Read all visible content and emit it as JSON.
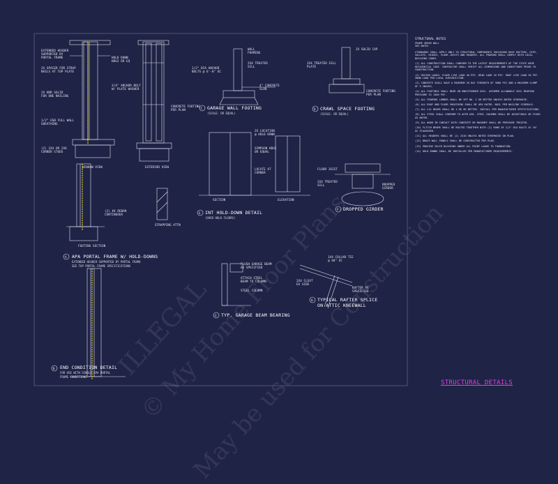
{
  "sheet": {
    "title": "STRUCTURAL DETAILS",
    "watermark_lines": [
      "© My Home Floor Plans",
      "ILLEGAL",
      "May be used for Construction"
    ]
  },
  "details": {
    "apa_portal": {
      "number": "A",
      "title": "APA PORTAL FRAME W/ HOLD-DOWNS",
      "note1": "EXTENDED HEADER SUPPORTED BY PORTAL FRAME",
      "note2": "SEE TOP PORTAL FRAME SPECIFICATIONS"
    },
    "end_condition": {
      "number": "B",
      "title": "END CONDITION DETAIL",
      "note1": "FOR USE WITH SINGLE APA PORTAL",
      "note2": "FRAME CONDITIONS"
    },
    "garage_wall_footing": {
      "number": "C",
      "title": "GARAGE WALL FOOTING",
      "sub": "(SCALE: OR EQUAL)"
    },
    "crawl_space_footing": {
      "number": "D",
      "title": "CRAWL SPACE FOOTING",
      "sub": "(SCALE: OR EQUAL)"
    },
    "hold_down": {
      "number": "E",
      "title": "INT HOLD-DOWN DETAIL",
      "sub": "(OVER HOLD FLOORS)"
    },
    "dropped_girder": {
      "number": "F",
      "title": "DROPPED GIRDER"
    },
    "garage_beam_bearing": {
      "number": "G",
      "title": "TYP. GARAGE BEAM BEARING"
    },
    "rafter_splice": {
      "number": "H",
      "title": "TYPICAL RAFTER SPLICE",
      "title2": "ON ATTIC KNEEWALL"
    }
  },
  "view_labels": {
    "window_view": "WINDOW VIEW",
    "exterior_view": "EXTERIOR VIEW",
    "footing_section": "FOOTING SECTION",
    "strap_label": "STRAPPING ATTN",
    "elevation": "ELEVATION",
    "section": "SECTION"
  },
  "labels": {
    "a1": "EXTENDED HEADER\nSUPPORTED BY\nPORTAL FRAME",
    "a2": "2X SPACER FOR STRAP\nNAILS AT TOP PLATE",
    "a3": "2X HDR SOLID\nFOR ONE NAILING",
    "a4": "1/2\" OSB FULL WALL\nSHEATHING",
    "a5": "(2) 2X4 OR 2X6\nCORNER STUDS",
    "a6": "HOLD DOWN\nHDU2 OR EQ",
    "a7": "3/4\" ANCHOR BOLT\nW/ PLATE WASHER",
    "a8": "CONCRETE FOOTING\nPER PLAN",
    "a9": "(2) #4 REBAR\nCONTINUOUS",
    "c1": "WALL\nFRAMING",
    "c2": "2X4 TREATED\nSILL",
    "c3": "1/2\" DIA ANCHOR\nBOLTS @ 6'-0\" OC",
    "c4": "4\" CONCRETE\nSLAB",
    "d1": "2X SOLID CAP",
    "d2": "2X4 TREATED SILL\nPLATE",
    "d3": "CONCRETE FOOTING\nPER PLAN",
    "e1": "2X LOCATION\n@ HOLD DOWN",
    "e2": "SIMPSON HDU2\nOR EQUAL",
    "e3": "LOCATE AT\nCORNER",
    "f1": "FLOOR JOIST",
    "f2": "2X4 TREATED\nSILL",
    "f3": "DROPPED\nGIRDER",
    "g1": "FLUSH GARAGE BEAM\nAS SPECIFIED",
    "g2": "ATTACH STEEL\nBEAM TO COLUMN",
    "g3": "STEEL COLUMN",
    "h1": "1X4 COLLAR TIE\n@ 48\" OC",
    "h2": "RAFTER AS\nSPECIFIED",
    "h3": "2X4 CLEAT\nEA SIDE"
  },
  "notes": {
    "heading": "STRUCTURAL NOTES",
    "subheading1": "FRAME SHEAR WALL",
    "subheading2": "SEE NOTES",
    "paragraphs": [
      "STANDARDS SHALL APPLY ONLY TO STRUCTURAL COMPONENTS INCLUDING ROOF RAFTERS, HIPS, VALLEYS, RIDGES, FLOOR JOISTS AND HEADERS. ALL FRAMING SHALL COMPLY WITH LOCAL BUILDING CODES.",
      "(1) ALL CONSTRUCTION SHALL CONFORM TO THE LATEST REQUIREMENTS OF THE STATE WIDE RESIDENTIAL CODE. CONTRACTOR SHALL VERIFY ALL DIMENSIONS AND CONDITIONS PRIOR TO CONSTRUCTION.",
      "(2) DESIGN LOADS: FLOOR LIVE LOAD 40 PSF, DEAD LOAD 10 PSF. ROOF LIVE LOAD 20 PSF. SNOW LOAD PER LOCAL JURISDICTION.",
      "(3) CONCRETE SHALL HAVE A MINIMUM 28 DAY STRENGTH OF 3000 PSI AND A MAXIMUM SLUMP OF 5 INCHES.",
      "(4) ALL FOOTINGS SHALL BEAR ON UNDISTURBED SOIL. ASSUMED ALLOWABLE SOIL BEARING PRESSURE IS 1500 PSF.",
      "(5) ALL FRAMING LUMBER SHALL BE SPF NO. 2 OR BETTER UNLESS NOTED OTHERWISE.",
      "(6) ALL ROOF AND FLOOR SHEATHING SHALL BE APA RATED. NAIL PER NAILING SCHEDULE.",
      "(7) ALL LVL BEAMS SHALL BE 1.9E OR BETTER. INSTALL PER MANUFACTURER SPECIFICATIONS.",
      "(8) ALL STEEL SHALL CONFORM TO ASTM A36. STEEL COLUMNS SHALL BE ADJUSTABLE OR FIXED AS NOTED.",
      "(9) ALL WOOD IN CONTACT WITH CONCRETE OR MASONRY SHALL BE PRESSURE TREATED.",
      "(10) FLITCH BEAMS SHALL BE BOLTED TOGETHER WITH (2) ROWS OF 1/2\" DIA BOLTS AT 16\" OC STAGGERED.",
      "(11) ALL HEADERS SHALL BE (2) 2X10 UNLESS NOTED OTHERWISE ON PLAN.",
      "(12) BRACE WALL PANELS SHALL BE CONSTRUCTED PER PLAN.",
      "(13) PROVIDE SOLID BLOCKING UNDER ALL POINT LOADS TO FOUNDATION.",
      "(14) HOLD DOWNS SHALL BE INSTALLED PER MANUFACTURER REQUIREMENTS."
    ]
  }
}
